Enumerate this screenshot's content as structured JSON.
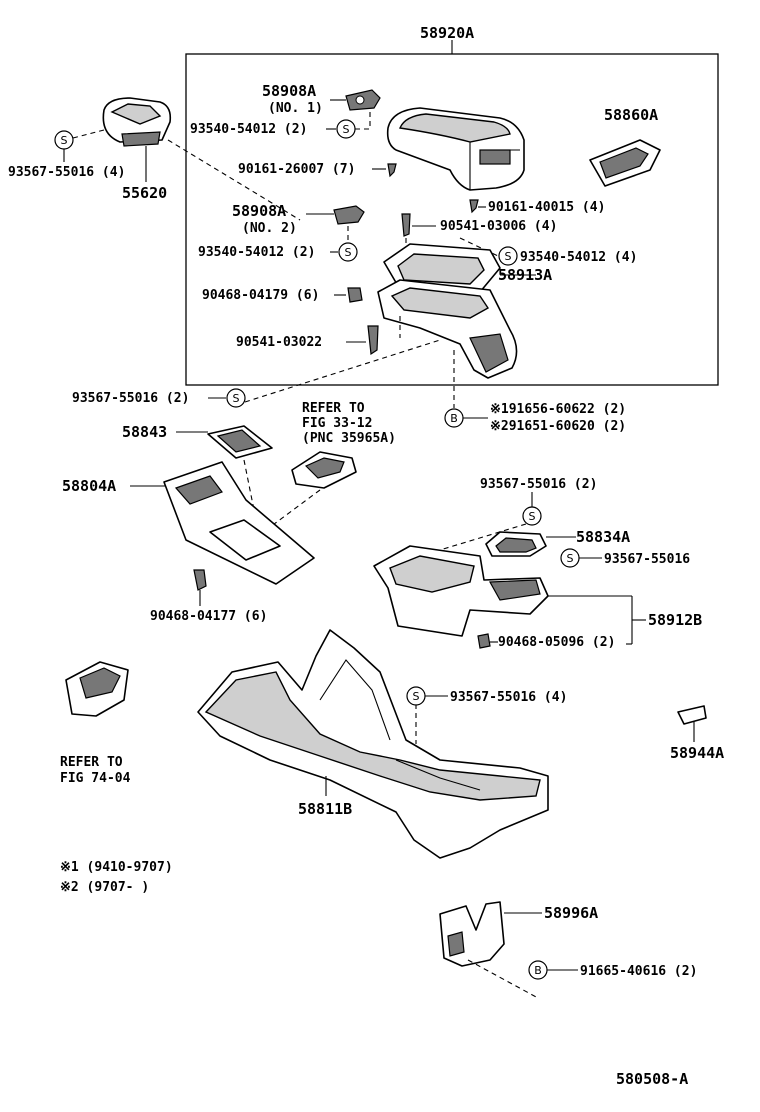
{
  "labels": {
    "l58920a": "58920A",
    "l58908a_1": "58908A",
    "l58908a_1_no": "(NO. 1)",
    "l93540_1": "93540-54012 (2)",
    "l58860a": "58860A",
    "l93567_top": "93567-55016 (4)",
    "l55620": "55620",
    "l90161_26007": "90161-26007 (7)",
    "l58908a_2": "58908A",
    "l58908a_2_no": "(NO. 2)",
    "l90161_40015": "90161-40015 (4)",
    "l90541_03006": "90541-03006 (4)",
    "l93540_2": "93540-54012 (2)",
    "l93540_3": "93540-54012 (4)",
    "l58913a": "58913A",
    "l90468_04179": "90468-04179 (6)",
    "l90541_03022": "90541-03022",
    "l93567_mid": "93567-55016 (2)",
    "l91656": "※191656-60622 (2)",
    "l91651": "※291651-60620 (2)",
    "refer_fig33_1": "REFER TO",
    "refer_fig33_2": "FIG 33-12",
    "refer_fig33_3": "(PNC 35965A)",
    "l58843": "58843",
    "l58804a": "58804A",
    "l93567_r1": "93567-55016 (2)",
    "l58834a": "58834A",
    "l93567_r2": "93567-55016",
    "l58912b": "58912B",
    "l90468_05096": "90468-05096 (2)",
    "l90468_04177": "90468-04177 (6)",
    "l93567_r3": "93567-55016 (4)",
    "l58944a": "58944A",
    "refer_fig74_1": "REFER TO",
    "refer_fig74_2": "FIG 74-04",
    "l58811b": "58811B",
    "note1": "※1  (9410-9707)",
    "note2": "※2  (9707-       )",
    "l58996a": "58996A",
    "l91665": "91665-40616 (2)",
    "footer": "580508-A"
  },
  "symbols": {
    "s": "S",
    "b": "B"
  }
}
